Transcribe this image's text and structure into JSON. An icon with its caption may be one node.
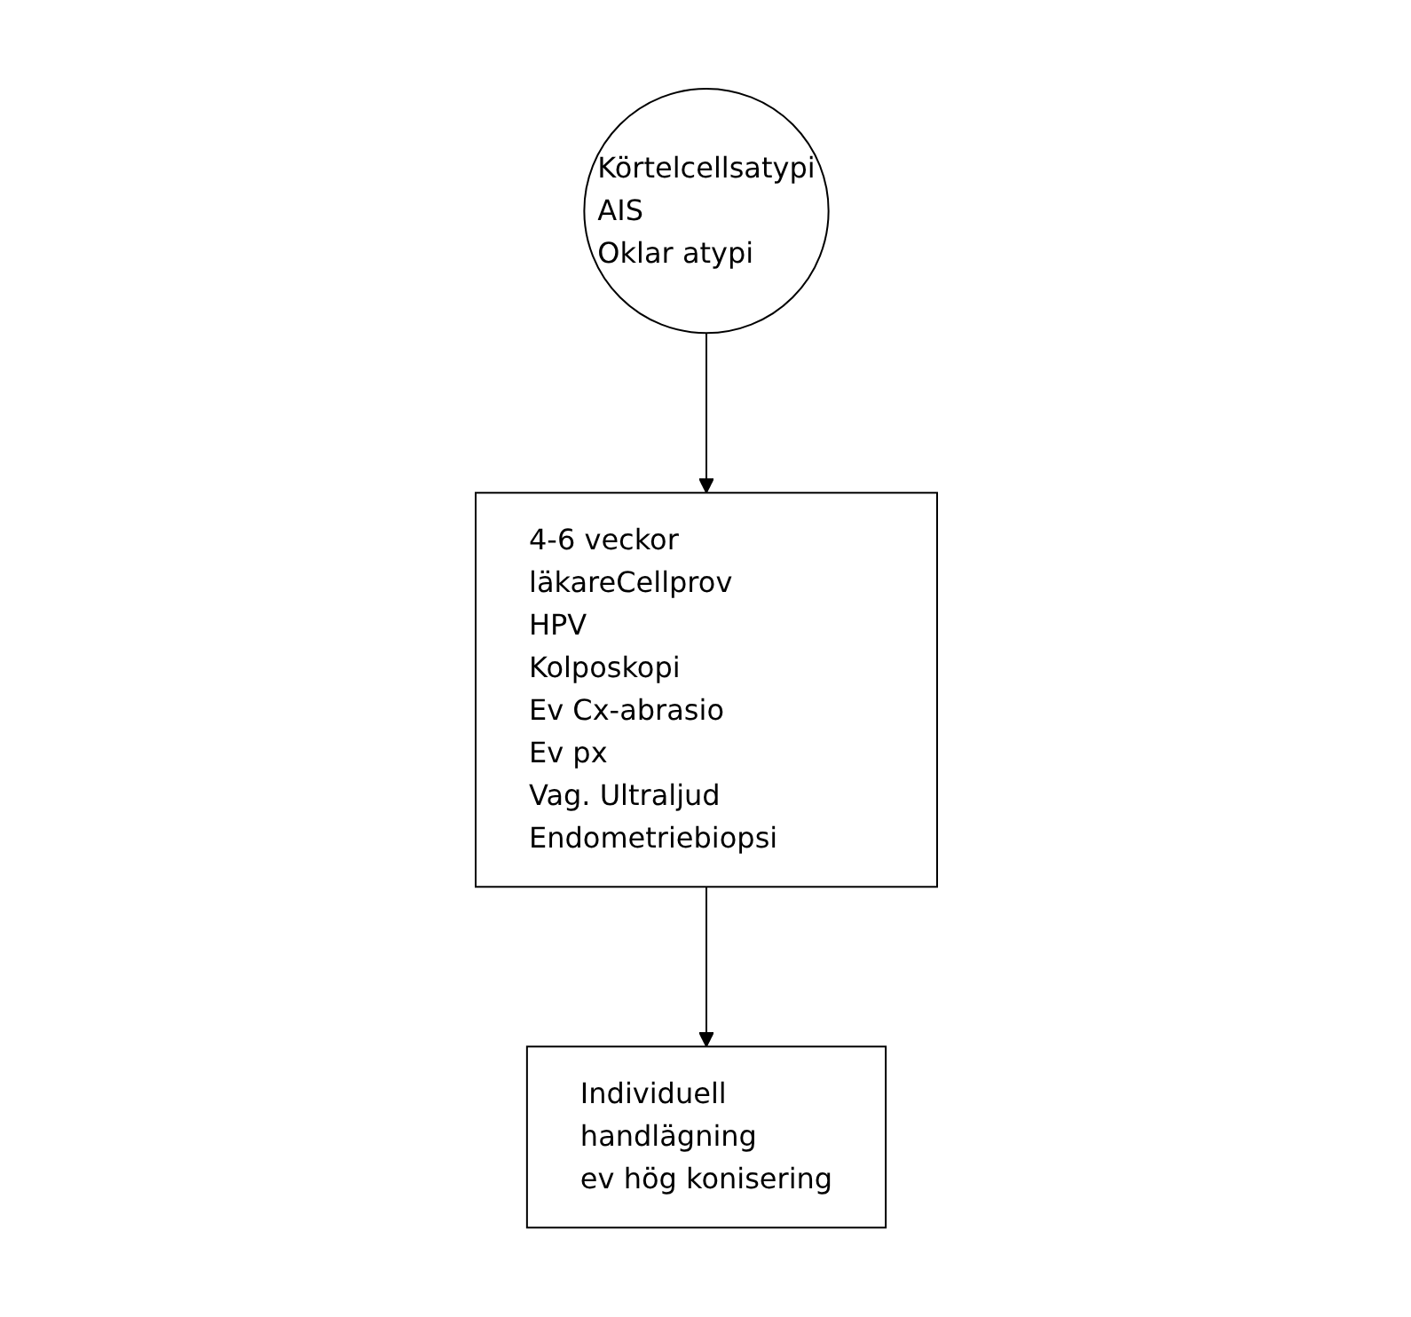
{
  "diagram": {
    "nodes": [
      {
        "text": [
          "Körtelcellsatypi",
          "AIS",
          "Oklar atypi"
        ]
      },
      {
        "text": [
          "4-6 veckor läkareCellprov",
          "HPV",
          "Kolposkopi",
          "Ev Cx-abrasio",
          "Ev px",
          "Vag. Ultraljud",
          "Endometriebiopsi"
        ]
      },
      {
        "text": [
          "Individuell",
          "handlägning",
          "ev hög konisering"
        ]
      }
    ],
    "edges": [
      {
        "from": 0,
        "to": 1,
        "arrow": "to"
      },
      {
        "from": 1,
        "to": 2,
        "arrow": "to"
      }
    ]
  }
}
